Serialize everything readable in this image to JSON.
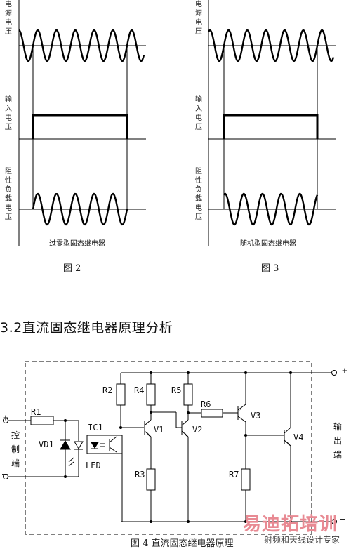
{
  "fig2": {
    "row_labels": [
      "电源电压",
      "输入电压",
      "阻性负载电压"
    ],
    "caption": "过零型固态继电器",
    "figure_label": "图 2"
  },
  "fig3": {
    "row_labels": [
      "电源电压",
      "输入电压",
      "阻性负载电压"
    ],
    "caption": "随机型固态继电器",
    "figure_label": "图 3"
  },
  "section_heading": "3.2直流固态继电器原理分析",
  "circuit": {
    "components": {
      "r1": "R1",
      "r2": "R2",
      "r3": "R3",
      "r4": "R4",
      "r5": "R5",
      "r6": "R6",
      "r7": "R7",
      "vd1": "VD1",
      "ic1": "IC1",
      "led": "LED",
      "v1": "V1",
      "v2": "V2",
      "v3": "V3",
      "v4": "V4"
    },
    "input_plus": "+",
    "input_minus": "—",
    "output_plus": "+",
    "output_minus": "—",
    "control_label": "控制端",
    "output_label": "输出端"
  },
  "figure4_caption": "图 4 直流固态继电器原理",
  "watermark": {
    "brand": "易迪拓培训",
    "tagline": "射频和天线设计专家",
    "color": "#e88a93"
  }
}
